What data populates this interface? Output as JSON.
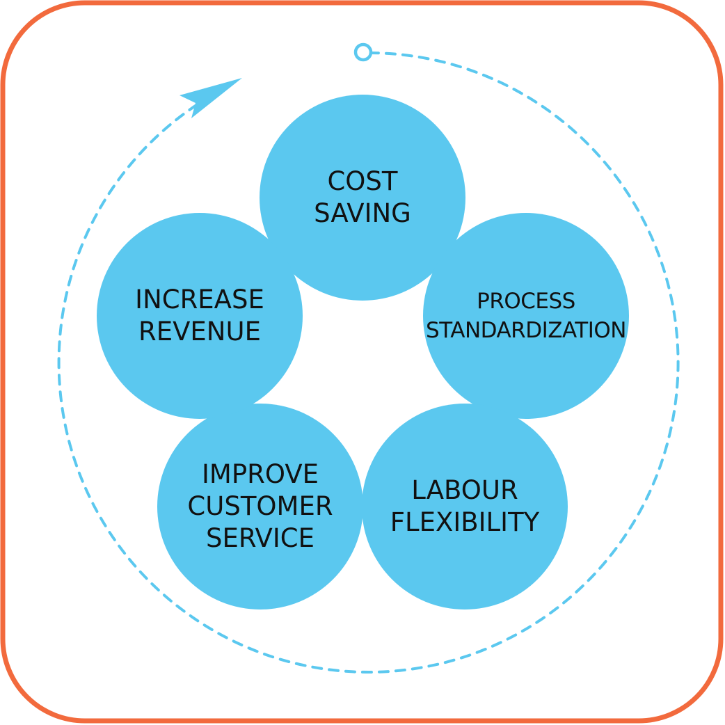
{
  "diagram": {
    "colors": {
      "frame": "#F26A3D",
      "circle": "#5BC8EF",
      "dash": "#5BC8EF",
      "text": "#111111"
    },
    "nodes": [
      {
        "id": "cost-saving",
        "lines": [
          "COST",
          "SAVING"
        ]
      },
      {
        "id": "process-standardization",
        "lines": [
          "PROCESS",
          "STANDARDIZATION"
        ]
      },
      {
        "id": "labour-flexibility",
        "lines": [
          "LABOUR",
          "FLEXIBILITY"
        ]
      },
      {
        "id": "improve-customer-service",
        "lines": [
          "IMPROVE",
          "CUSTOMER",
          "SERVICE"
        ]
      },
      {
        "id": "increase-revenue",
        "lines": [
          "INCREASE",
          "REVENUE"
        ]
      }
    ]
  }
}
